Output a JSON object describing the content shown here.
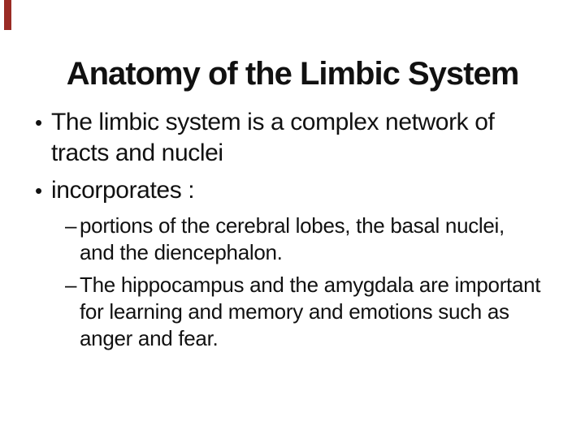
{
  "slide": {
    "title": "Anatomy of the Limbic System",
    "accent": {
      "color": "#9a2b25"
    },
    "text_color": "#111111",
    "background_color": "#ffffff",
    "bullets": [
      {
        "marker": "•",
        "lines": [
          "The limbic system is a complex network of",
          "tracts and nuclei"
        ]
      },
      {
        "marker": "•",
        "lines": [
          "incorporates :"
        ]
      }
    ],
    "sub_bullets": [
      {
        "marker": "–",
        "lines": [
          "portions of the cerebral lobes, the basal nuclei,",
          "and the diencephalon."
        ]
      },
      {
        "marker": "–",
        "lines": [
          "The hippocampus and the amygdala are important",
          "for learning and memory and emotions such as",
          "anger and fear."
        ]
      }
    ]
  }
}
